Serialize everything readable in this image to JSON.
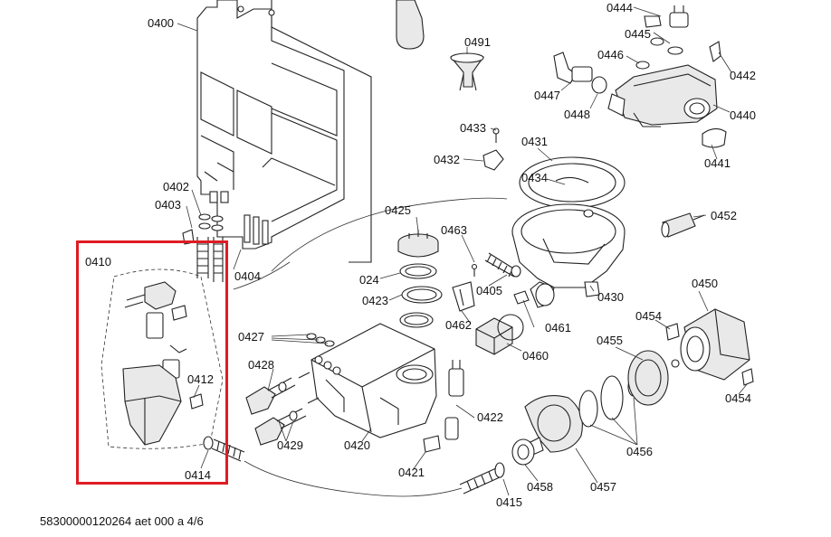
{
  "labels": [
    {
      "id": "p0400",
      "text": "0400"
    },
    {
      "id": "p0491",
      "text": "0491"
    },
    {
      "id": "p0444",
      "text": "0444"
    },
    {
      "id": "p0445",
      "text": "0445"
    },
    {
      "id": "p0446",
      "text": "0446"
    },
    {
      "id": "p0442",
      "text": "0442"
    },
    {
      "id": "p0447",
      "text": "0447"
    },
    {
      "id": "p0448",
      "text": "0448"
    },
    {
      "id": "p0440",
      "text": "0440"
    },
    {
      "id": "p0441",
      "text": "0441"
    },
    {
      "id": "p0433",
      "text": "0433"
    },
    {
      "id": "p0431",
      "text": "0431"
    },
    {
      "id": "p0432",
      "text": "0432"
    },
    {
      "id": "p0434",
      "text": "0434"
    },
    {
      "id": "p0402",
      "text": "0402"
    },
    {
      "id": "p0403",
      "text": "0403"
    },
    {
      "id": "p0425",
      "text": "0425"
    },
    {
      "id": "p0463",
      "text": "0463"
    },
    {
      "id": "p0452",
      "text": "0452"
    },
    {
      "id": "p0410",
      "text": "0410"
    },
    {
      "id": "p0404",
      "text": "0404"
    },
    {
      "id": "p024",
      "text": "024"
    },
    {
      "id": "p0405",
      "text": "0405"
    },
    {
      "id": "p0430",
      "text": "0430"
    },
    {
      "id": "p0450",
      "text": "0450"
    },
    {
      "id": "p0423",
      "text": "0423"
    },
    {
      "id": "p0462",
      "text": "0462"
    },
    {
      "id": "p0461",
      "text": "0461"
    },
    {
      "id": "p0454a",
      "text": "0454"
    },
    {
      "id": "p0427",
      "text": "0427"
    },
    {
      "id": "p0455",
      "text": "0455"
    },
    {
      "id": "p0460",
      "text": "0460"
    },
    {
      "id": "p0428",
      "text": "0428"
    },
    {
      "id": "p0412",
      "text": "0412"
    },
    {
      "id": "p0454b",
      "text": "0454"
    },
    {
      "id": "p0422",
      "text": "0422"
    },
    {
      "id": "p0429",
      "text": "0429"
    },
    {
      "id": "p0420",
      "text": "0420"
    },
    {
      "id": "p0456",
      "text": "0456"
    },
    {
      "id": "p0421",
      "text": "0421"
    },
    {
      "id": "p0414",
      "text": "0414"
    },
    {
      "id": "p0458",
      "text": "0458"
    },
    {
      "id": "p0457",
      "text": "0457"
    },
    {
      "id": "p0415",
      "text": "0415"
    }
  ],
  "document_id": "58300000120264 aet 000 a 4/6",
  "highlight_color": "#e01b22"
}
